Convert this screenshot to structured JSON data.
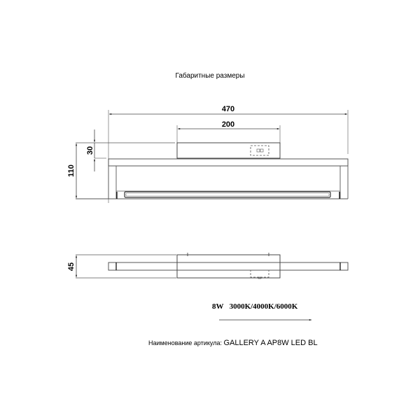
{
  "title": "Габаритные размеры",
  "dimensions": {
    "total_length": "470",
    "base_length": "200",
    "base_height": "30",
    "total_height": "110",
    "depth": "45"
  },
  "spec": {
    "power": "8W",
    "color_temps": "3000K/4000K/6000K"
  },
  "article": {
    "label": "Наименование артикула:",
    "value": "GALLERY A  AP8W LED BL"
  },
  "colors": {
    "line": "#333333",
    "light_line": "#888888",
    "background": "#ffffff"
  }
}
